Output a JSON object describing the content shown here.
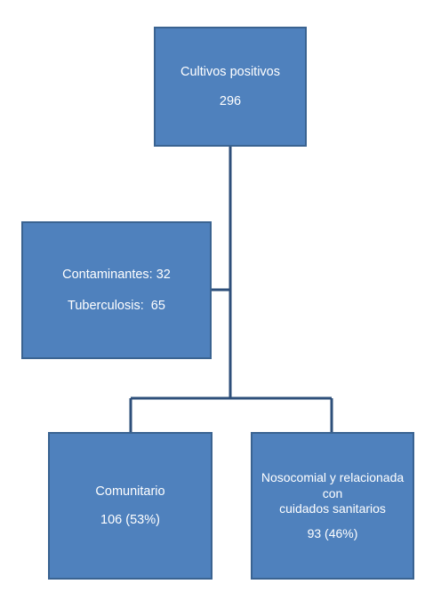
{
  "nodes": {
    "root": {
      "label": "Cultivos positivos",
      "value": "296"
    },
    "excluded": {
      "line1": "Contaminantes: 32",
      "line2": "Tuberculosis:  65"
    },
    "community": {
      "label": "Comunitario",
      "value": "106 (53%)"
    },
    "nosocomial": {
      "label_line1": "Nosocomial y relacionada con",
      "label_line2": "cuidados sanitarios",
      "value": "93 (46%)"
    }
  },
  "colors": {
    "box_fill": "#4f81bd",
    "box_border": "#3a6391",
    "connector": "#2e4f7a",
    "text": "#ffffff"
  }
}
